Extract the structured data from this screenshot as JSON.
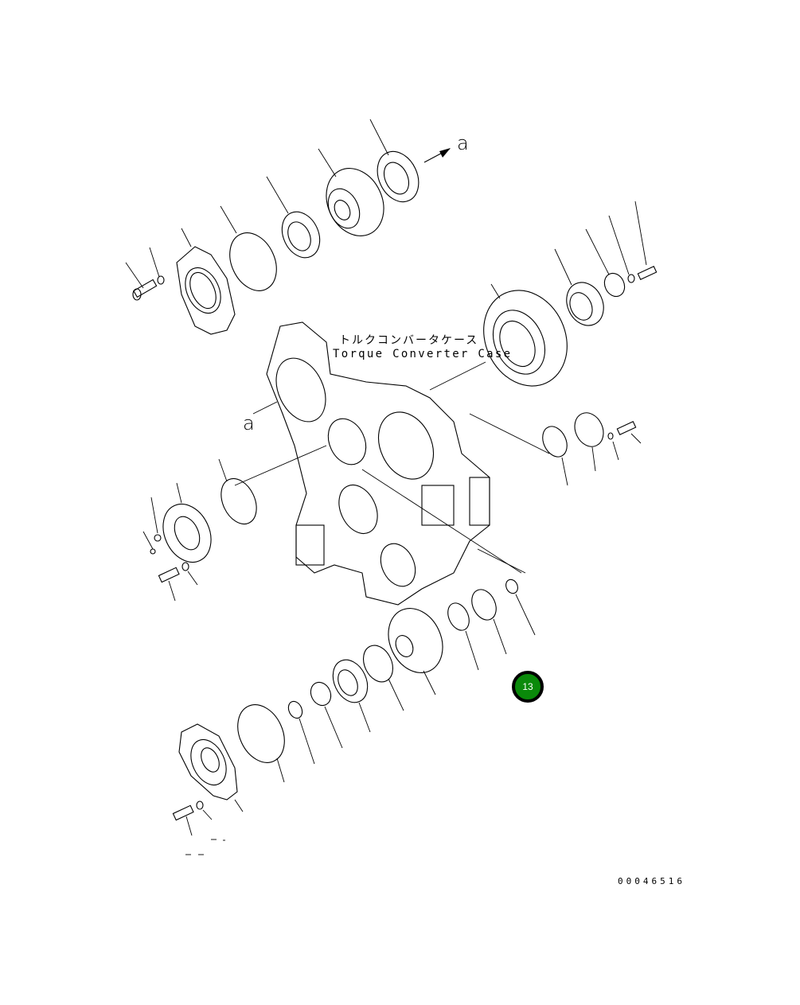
{
  "diagram": {
    "title_jp": "トルクコンバータケース",
    "title_en": "Torque Converter Case",
    "reference_marks": [
      "a",
      "a"
    ],
    "callout_badge": {
      "number": "13",
      "fill": "#0a8a0a",
      "border": "#000000"
    },
    "document_number": "00046516",
    "components": [
      "bolt",
      "washer",
      "cover",
      "o-ring",
      "bearing",
      "gear",
      "bearing",
      "gear",
      "bearing",
      "plate",
      "washer",
      "bolt",
      "o-ring",
      "cover",
      "washer",
      "bolt",
      "o-ring",
      "cover",
      "bolt",
      "washer",
      "plug",
      "snap-ring",
      "bearing",
      "snap-ring",
      "gear",
      "snap-ring",
      "bearing",
      "snap-ring",
      "cover",
      "o-ring",
      "snap-ring",
      "ring",
      "bolt",
      "washer"
    ]
  }
}
